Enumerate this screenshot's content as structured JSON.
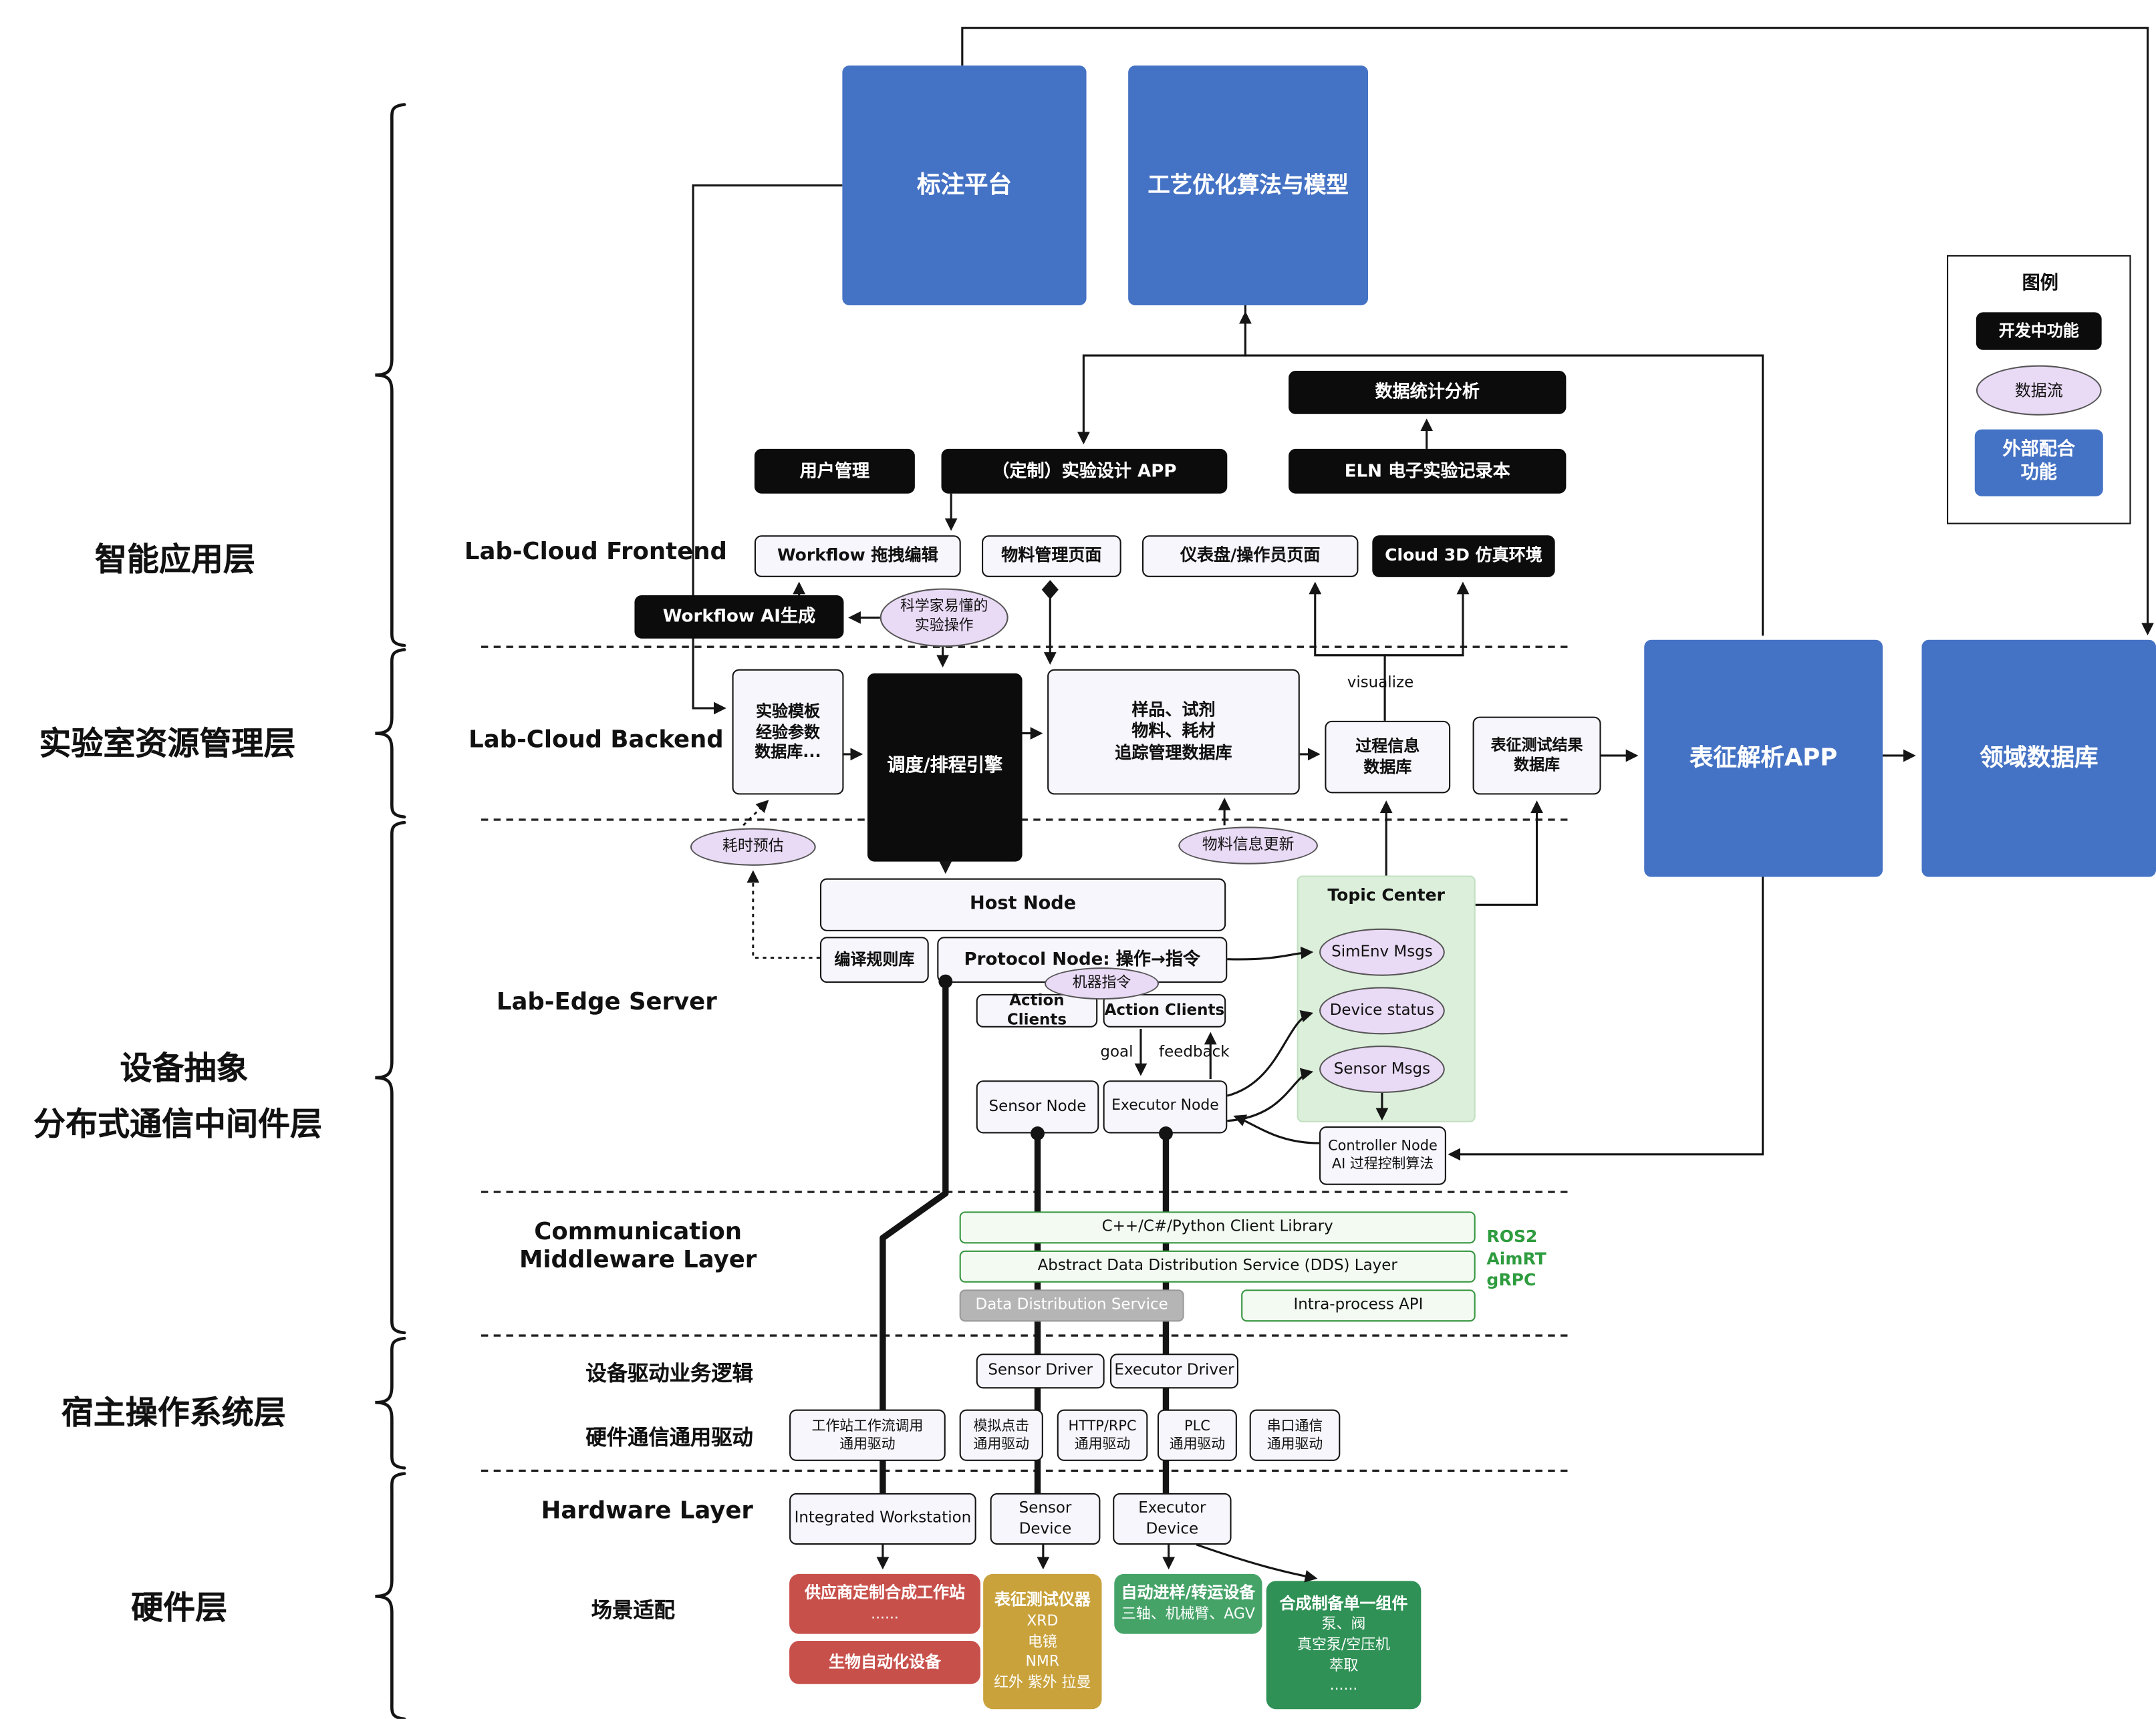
{
  "colors": {
    "node_blue": "#4472c4",
    "dev_black": "#0c0c0c",
    "dataflow_purple": "#e9daf5",
    "topic_green": "#dcefdb",
    "middleware_green": "#36953f",
    "vendor_red": "#c8504b",
    "instrument_gold": "#c9a23b",
    "transfer_green": "#45a368",
    "component_green": "#2f9155"
  },
  "top": {
    "annotation": "标注平台",
    "process_opt": "工艺优化算法与模型"
  },
  "legend": {
    "title": "图例",
    "dev": "开发中功能",
    "flow": "数据流",
    "external": "外部配合\n功能"
  },
  "app": {
    "stats": "数据统计分析",
    "user_mgmt": "用户管理",
    "design_app": "（定制）实验设计 APP",
    "eln": "ELN 电子实验记录本",
    "frontend_label": "Lab-Cloud Frontend",
    "wf_edit": "Workflow 拖拽编辑",
    "material_page": "物料管理页面",
    "dashboard": "仪表盘/操作员页面",
    "cloud3d": "Cloud 3D 仿真环境",
    "wf_ai": "Workflow AI生成",
    "sci_ops": "科学家易懂的\n实验操作"
  },
  "backend": {
    "label": "Lab-Cloud Backend",
    "template_db": "实验模板\n经验参数\n数据库...",
    "scheduler": "调度/排程引擎",
    "sample_db": "样品、试剂\n物料、耗材\n追踪管理数据库",
    "visualize": "visualize",
    "process_db": "过程信息\n数据库",
    "char_db": "表征测试结果\n数据库",
    "char_app": "表征解析APP",
    "domain_db": "领域数据库",
    "time_est": "耗时预估",
    "material_update": "物料信息更新"
  },
  "edge": {
    "label": "Lab-Edge Server",
    "host": "Host Node",
    "rules": "编译规则库",
    "protocol": "Protocol Node: 操作→指令",
    "machine_cmd": "机器指令",
    "action1": "Action Clients",
    "action2": "Action Clients",
    "topic": "Topic Center",
    "simenv": "SimEnv Msgs",
    "devstat": "Device status",
    "sensor_msgs": "Sensor Msgs",
    "goal": "goal",
    "feedback": "feedback",
    "sensor_node": "Sensor Node",
    "executor_node": "Executor Node",
    "controller": "Controller Node\nAI 过程控制算法"
  },
  "mw": {
    "label": "Communication\nMiddleware Layer",
    "client_lib": "C++/C#/Python Client Library",
    "dds_layer": "Abstract Data Distribution Service (DDS) Layer",
    "dds": "Data Distribution Service",
    "intra": "Intra-process API",
    "stacks": "ROS2\nAimRT\ngRPC"
  },
  "oslayer": {
    "driver_logic": "设备驱动业务逻辑",
    "sensor_driver": "Sensor Driver",
    "executor_driver": "Executor Driver",
    "hw_comm": "硬件通信通用驱动",
    "drv_ws": "工作站工作流调用\n通用驱动",
    "drv_click": "模拟点击\n通用驱动",
    "drv_http": "HTTP/RPC\n通用驱动",
    "drv_plc": "PLC\n通用驱动",
    "drv_serial": "串口通信\n通用驱动"
  },
  "hw": {
    "label": "Hardware Layer",
    "workstation": "Integrated Workstation",
    "sensor_device": "Sensor Device",
    "executor_device": "Executor Device",
    "scene": "场景适配",
    "vendor_title": "供应商定制合成工作站",
    "vendor_sub": "......",
    "bio": "生物自动化设备",
    "char_title": "表征测试仪器",
    "char_items": "XRD\n电镜\nNMR\n红外 紫外 拉曼",
    "transfer_title": "自动进样/转运设备",
    "transfer_sub": "三轴、机械臂、AGV",
    "comp_title": "合成制备单一组件",
    "comp_items": "泵、阀\n真空泵/空压机\n萃取\n......"
  },
  "layers": {
    "app": "智能应用层",
    "lab": "实验室资源管理层",
    "device1": "设备抽象",
    "device2": "分布式通信中间件层",
    "os": "宿主操作系统层",
    "hwl": "硬件层"
  }
}
